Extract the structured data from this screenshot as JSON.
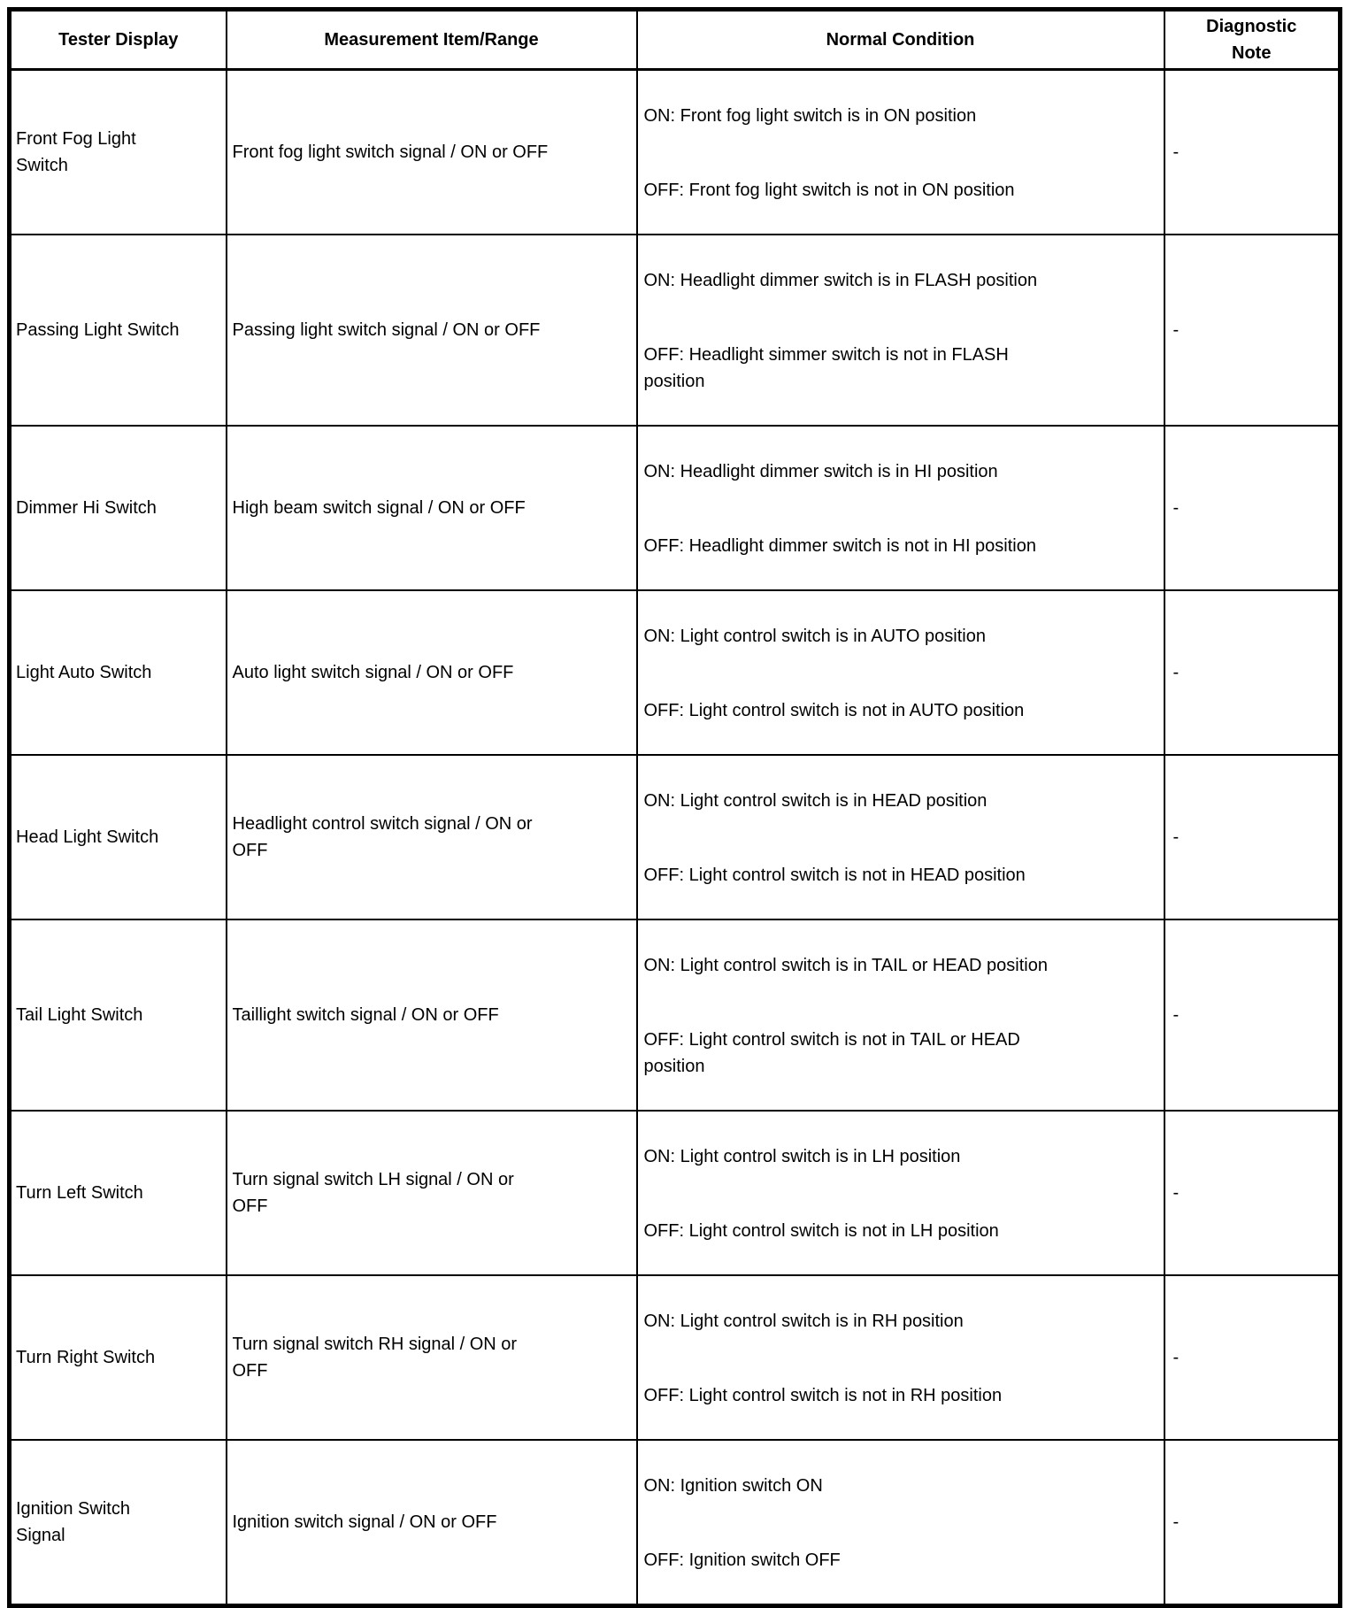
{
  "table": {
    "headers": [
      "Tester Display",
      "Measurement Item/Range",
      "Normal Condition",
      "Diagnostic\nNote"
    ],
    "rows": [
      {
        "tester": "Front Fog Light\nSwitch",
        "item": "Front fog light switch signal / ON or OFF",
        "cond_on": "ON: Front fog light switch is in ON position",
        "cond_off": "OFF: Front fog light switch is not in ON position",
        "note": "-"
      },
      {
        "tester": "Passing Light Switch",
        "item": "Passing light switch signal / ON or OFF",
        "cond_on": "ON: Headlight dimmer switch is in FLASH position",
        "cond_off": "OFF: Headlight simmer switch is not in FLASH\nposition",
        "note": "-"
      },
      {
        "tester": "Dimmer Hi Switch",
        "item": "High beam switch signal / ON or OFF",
        "cond_on": "ON: Headlight dimmer switch is in HI position",
        "cond_off": "OFF: Headlight dimmer switch is not in HI position",
        "note": "-"
      },
      {
        "tester": "Light Auto Switch",
        "item": "Auto light switch signal / ON or OFF",
        "cond_on": "ON: Light control switch is in AUTO position",
        "cond_off": "OFF: Light control switch is not in AUTO position",
        "note": "-"
      },
      {
        "tester": "Head Light Switch",
        "item": "Headlight control switch signal / ON or\nOFF",
        "cond_on": "ON: Light control switch is in HEAD position",
        "cond_off": "OFF: Light control switch is not in HEAD position",
        "note": "-"
      },
      {
        "tester": "Tail Light Switch",
        "item": "Taillight switch signal / ON or OFF",
        "cond_on": "ON: Light control switch is in TAIL or HEAD position",
        "cond_off": "OFF: Light control switch is not in TAIL or HEAD\nposition",
        "note": "-"
      },
      {
        "tester": "Turn Left Switch",
        "item": "Turn signal switch LH signal / ON or\nOFF",
        "cond_on": "ON: Light control switch is in LH position",
        "cond_off": "OFF: Light control switch is not in LH position",
        "note": "-"
      },
      {
        "tester": "Turn Right Switch",
        "item": "Turn signal switch RH signal / ON or\nOFF",
        "cond_on": "ON: Light control switch is in RH position",
        "cond_off": "OFF: Light control switch is not in RH position",
        "note": "-"
      },
      {
        "tester": "Ignition Switch\nSignal",
        "item": "Ignition switch signal / ON or OFF",
        "cond_on": "ON: Ignition switch ON",
        "cond_off": "OFF: Ignition switch OFF",
        "note": "-"
      }
    ]
  }
}
